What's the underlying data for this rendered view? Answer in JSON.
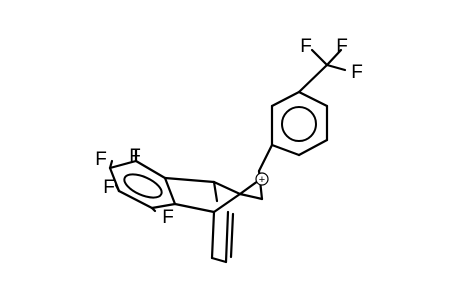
{
  "molecule": {
    "atoms": {
      "cf3_f_top_left": "F",
      "cf3_f_top_right": "F",
      "cf3_f_right": "F",
      "aryl_f_1": "F",
      "aryl_f_2": "F",
      "aryl_f_3": "F",
      "aryl_f_4": "F"
    },
    "charge": "+"
  }
}
